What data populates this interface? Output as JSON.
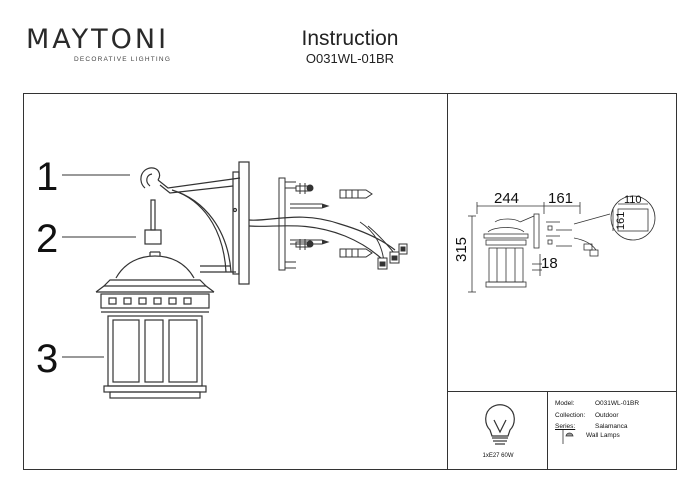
{
  "header": {
    "brand": "MAYTONI",
    "tagline": "DECORATIVE LIGHTING",
    "title": "Instruction",
    "model_code": "O031WL-01BR"
  },
  "assembly": {
    "callouts": [
      "1",
      "2",
      "3"
    ]
  },
  "dimensions": {
    "width": "244",
    "projection": "161",
    "height": "315",
    "base_offset": "18",
    "plate_width": "110",
    "plate_height": "161"
  },
  "bulb": {
    "spec": "1xE27 60W"
  },
  "specs": {
    "model_label": "Model:",
    "model_value": "O031WL-01BR",
    "collection_label": "Collection:",
    "collection_value": "Outdoor",
    "series_label": "Series:",
    "series_value": "Salamanca",
    "type_value": "Wall Lamps"
  },
  "colors": {
    "line": "#333333",
    "brand_accent": "#8a2d5a"
  }
}
